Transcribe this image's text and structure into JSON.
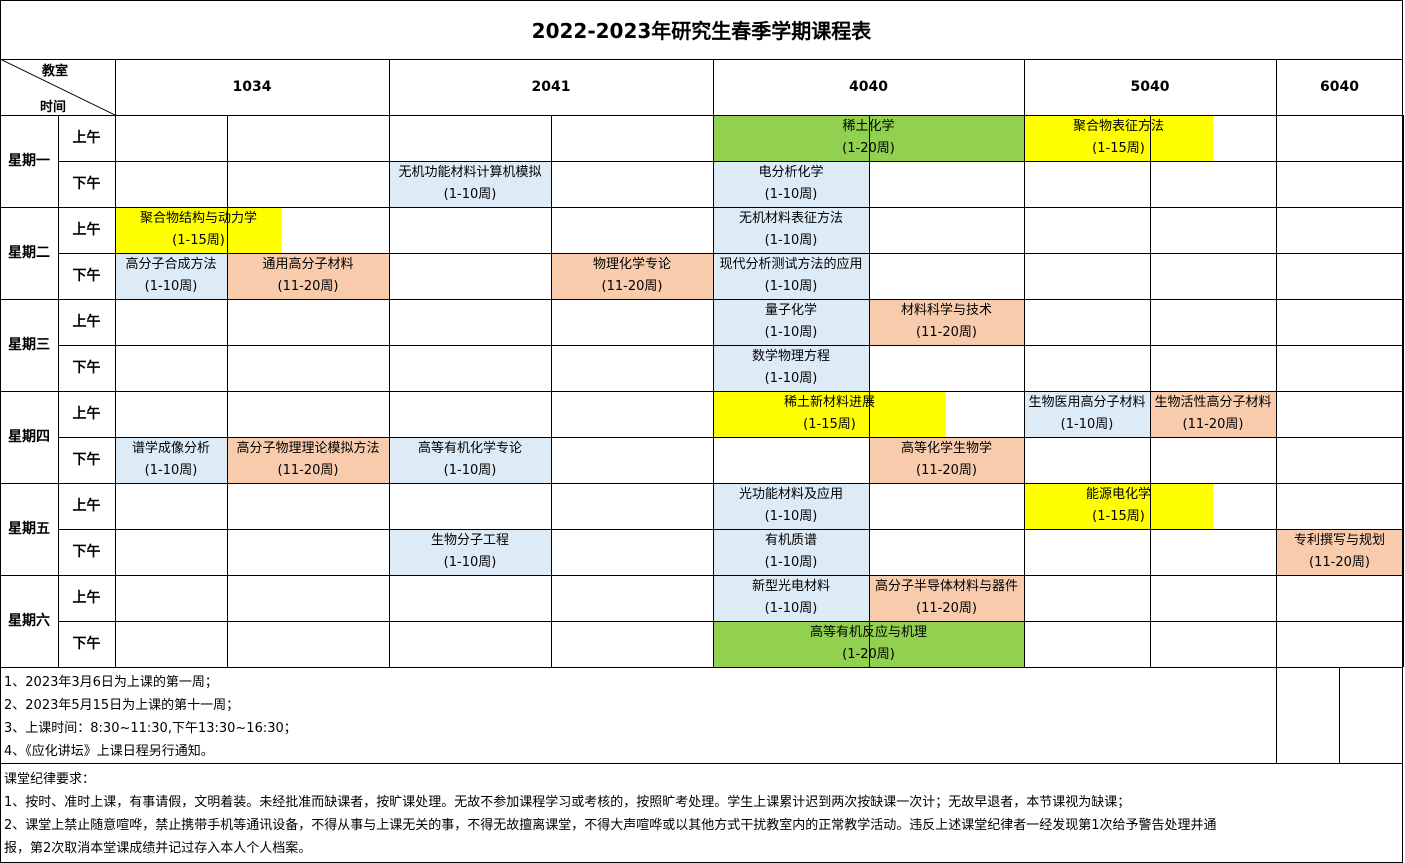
{
  "title": "2022-2023年研究生春季学期课程表",
  "corner": {
    "room_label": "教室",
    "time_label": "时间"
  },
  "rooms": [
    "1034",
    "2041",
    "4040",
    "5040",
    "6040"
  ],
  "days": [
    "星期一",
    "星期二",
    "星期三",
    "星期四",
    "星期五",
    "星期六"
  ],
  "halves": [
    "上午",
    "下午"
  ],
  "colors": {
    "green": "#92d050",
    "yellow": "#ffff00",
    "blue": "#ddebf7",
    "orange": "#f8cbad"
  },
  "courses": [
    {
      "name": "稀土化学",
      "weeks": "(1-20周)",
      "row": 0,
      "col": 4,
      "span": 2,
      "color": "#92d050"
    },
    {
      "name": "聚合物表征方法",
      "weeks": "(1-15周)",
      "row": 0,
      "col": 6,
      "span": 1,
      "color": "#ffff00",
      "width": "partial"
    },
    {
      "name": "无机功能材料计算机模拟",
      "weeks": "(1-10周)",
      "row": 1,
      "col": 2,
      "span": 1,
      "color": "#ddebf7"
    },
    {
      "name": "电分析化学",
      "weeks": "(1-10周)",
      "row": 1,
      "col": 4,
      "span": 1,
      "color": "#ddebf7"
    },
    {
      "name": "聚合物结构与动力学",
      "weeks": "(1-15周)",
      "row": 2,
      "col": 0,
      "span": 1,
      "color": "#ffff00",
      "width": "partial"
    },
    {
      "name": "无机材料表征方法",
      "weeks": "(1-10周)",
      "row": 2,
      "col": 4,
      "span": 1,
      "color": "#ddebf7"
    },
    {
      "name": "高分子合成方法",
      "weeks": "(1-10周)",
      "row": 3,
      "col": 0,
      "span": 1,
      "color": "#ddebf7"
    },
    {
      "name": "通用高分子材料",
      "weeks": "(11-20周)",
      "row": 3,
      "col": 1,
      "span": 1,
      "color": "#f8cbad"
    },
    {
      "name": "物理化学专论",
      "weeks": "(11-20周)",
      "row": 3,
      "col": 3,
      "span": 1,
      "color": "#f8cbad"
    },
    {
      "name": "现代分析测试方法的应用",
      "weeks": "(1-10周)",
      "row": 3,
      "col": 4,
      "span": 1,
      "color": "#ddebf7"
    },
    {
      "name": "量子化学",
      "weeks": "(1-10周)",
      "row": 4,
      "col": 4,
      "span": 1,
      "color": "#ddebf7"
    },
    {
      "name": "材料科学与技术",
      "weeks": "(11-20周)",
      "row": 4,
      "col": 5,
      "span": 1,
      "color": "#f8cbad"
    },
    {
      "name": "数学物理方程",
      "weeks": "(1-10周)",
      "row": 5,
      "col": 4,
      "span": 1,
      "color": "#ddebf7"
    },
    {
      "name": "稀土新材料进展",
      "weeks": "(1-15周)",
      "row": 6,
      "col": 4,
      "span": 1,
      "color": "#ffff00",
      "width": "partial"
    },
    {
      "name": "生物医用高分子材料",
      "weeks": "(1-10周)",
      "row": 6,
      "col": 6,
      "span": 1,
      "color": "#ddebf7"
    },
    {
      "name": "生物活性高分子材料",
      "weeks": "(11-20周)",
      "row": 6,
      "col": 7,
      "span": 1,
      "color": "#f8cbad"
    },
    {
      "name": "谱学成像分析",
      "weeks": "(1-10周)",
      "row": 7,
      "col": 0,
      "span": 1,
      "color": "#ddebf7"
    },
    {
      "name": "高分子物理理论模拟方法",
      "weeks": "(11-20周)",
      "row": 7,
      "col": 1,
      "span": 1,
      "color": "#f8cbad"
    },
    {
      "name": "高等有机化学专论",
      "weeks": "(1-10周)",
      "row": 7,
      "col": 2,
      "span": 1,
      "color": "#ddebf7"
    },
    {
      "name": "高等化学生物学",
      "weeks": "(11-20周)",
      "row": 7,
      "col": 5,
      "span": 1,
      "color": "#f8cbad"
    },
    {
      "name": "光功能材料及应用",
      "weeks": "(1-10周)",
      "row": 8,
      "col": 4,
      "span": 1,
      "color": "#ddebf7"
    },
    {
      "name": "能源电化学",
      "weeks": "(1-15周)",
      "row": 8,
      "col": 6,
      "span": 1,
      "color": "#ffff00",
      "width": "partial"
    },
    {
      "name": "生物分子工程",
      "weeks": "(1-10周)",
      "row": 9,
      "col": 2,
      "span": 1,
      "color": "#ddebf7"
    },
    {
      "name": "有机质谱",
      "weeks": "(1-10周)",
      "row": 9,
      "col": 4,
      "span": 1,
      "color": "#ddebf7"
    },
    {
      "name": "专利撰写与规划",
      "weeks": "(11-20周)",
      "row": 9,
      "col": 8,
      "span": 1,
      "color": "#f8cbad"
    },
    {
      "name": "新型光电材料",
      "weeks": "(1-10周)",
      "row": 10,
      "col": 4,
      "span": 1,
      "color": "#ddebf7"
    },
    {
      "name": "高分子半导体材料与器件",
      "weeks": "(11-20周)",
      "row": 10,
      "col": 5,
      "span": 1,
      "color": "#f8cbad"
    },
    {
      "name": "高等有机反应与机理",
      "weeks": "(1-20周)",
      "row": 11,
      "col": 4,
      "span": 2,
      "color": "#92d050"
    }
  ],
  "notes": [
    "1、2023年3月6日为上课的第一周；",
    "2、2023年5月15日为上课的第十一周；",
    "3、上课时间：8:30~11:30,下午13:30~16:30；",
    "4、《应化讲坛》上课日程另行通知。"
  ],
  "rules_title": "课堂纪律要求：",
  "rules": [
    "1、按时、准时上课，有事请假，文明着装。未经批准而缺课者，按旷课处理。无故不参加课程学习或考核的，按照旷考处理。学生上课累计迟到两次按缺课一次计；无故早退者，本节课视为缺课；",
    "2、课堂上禁止随意喧哗，禁止携带手机等通讯设备，不得从事与上课无关的事，不得无故擅离课堂，不得大声喧哗或以其他方式干扰教室内的正常教学活动。违反上述课堂纪律者一经发现第1次给予警告处理并通",
    "报，第2次取消本堂课成绩并记过存入本人个人档案。"
  ]
}
